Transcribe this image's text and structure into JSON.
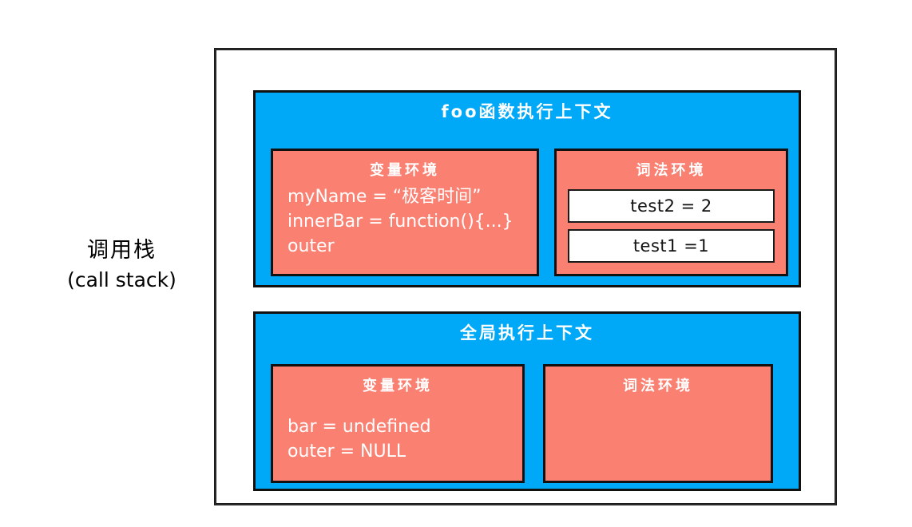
{
  "diagram": {
    "title": "调用栈 (call stack)",
    "colors": {
      "context_blue": "#00a8f8",
      "environment_salmon": "#fa8072",
      "binding_white": "#ffffff",
      "stroke_black": "#111111",
      "label_black": "#000000",
      "text_white": "#ffffff"
    }
  },
  "call_stack_label": {
    "chinese": "调用栈",
    "english": "(call stack)"
  },
  "contexts": [
    {
      "id": "foo",
      "title": "foo函数执行上下文",
      "variable_environment": {
        "title": "变量环境",
        "lines": [
          "myName = “极客时间”",
          "innerBar = function(){...}",
          "outer"
        ]
      },
      "lexical_environment": {
        "title": "词法环境",
        "bindings": [
          "test2 = 2",
          "test1 =1"
        ]
      }
    },
    {
      "id": "global",
      "title": "全局执行上下文",
      "variable_environment": {
        "title": "变量环境",
        "lines": [
          "bar =  undefined",
          "outer = NULL"
        ]
      },
      "lexical_environment": {
        "title": "词法环境",
        "bindings": []
      }
    }
  ]
}
